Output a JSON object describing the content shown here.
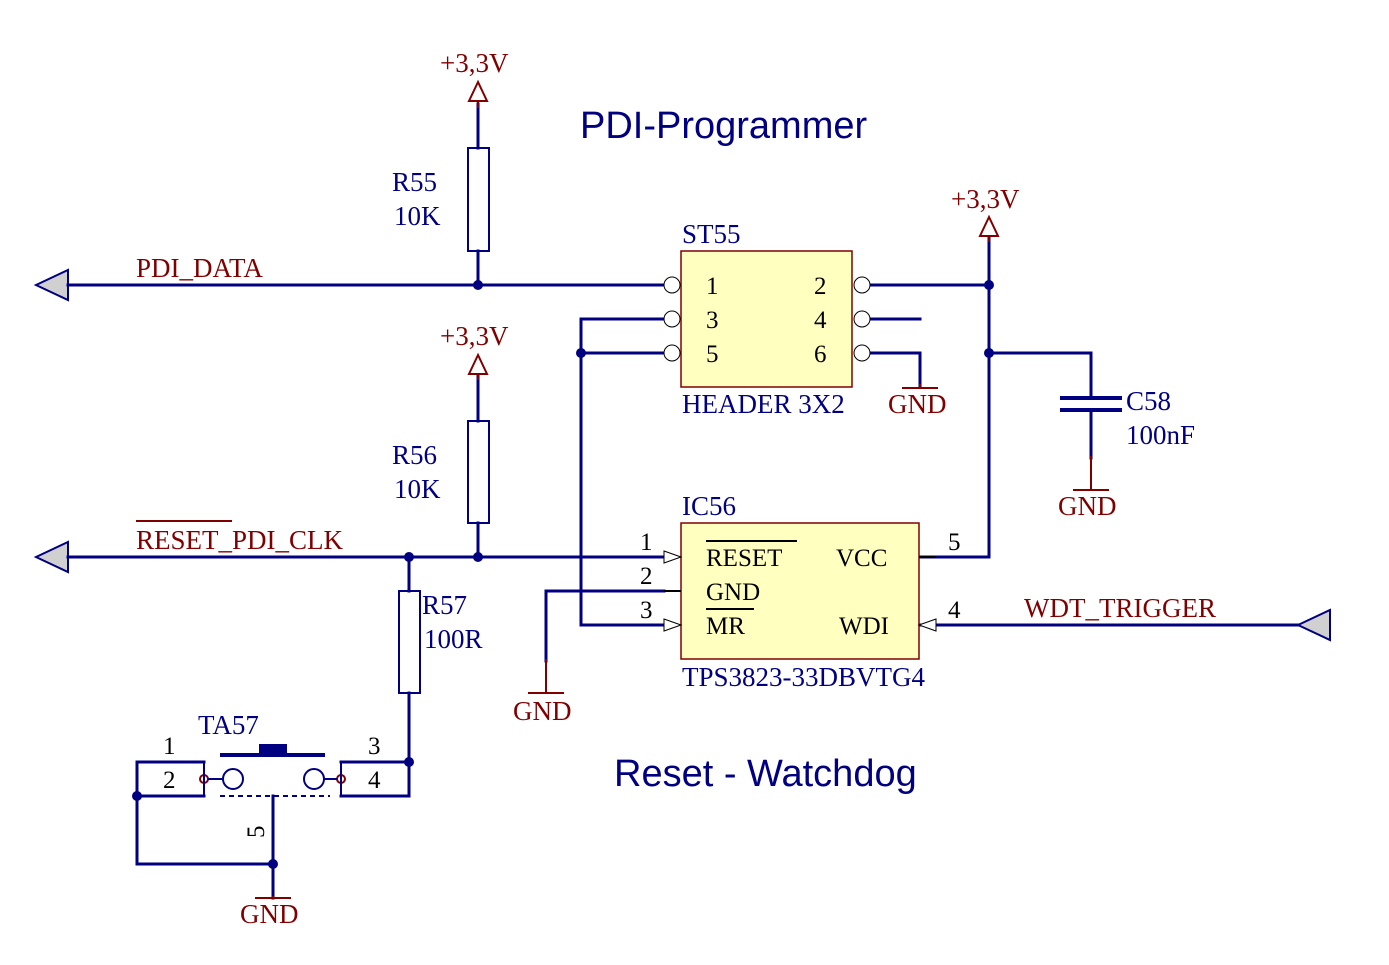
{
  "titles": {
    "programmer": "PDI-Programmer",
    "watchdog": "Reset - Watchdog"
  },
  "power": {
    "vcc_label": "+3,3V",
    "gnd_label": "GND"
  },
  "nets": {
    "pdi_data": "PDI_DATA",
    "reset_pdi_clk": "RESET_PDI_CLK",
    "wdt_trigger": "WDT_TRIGGER"
  },
  "components": {
    "r55": {
      "ref": "R55",
      "value": "10K"
    },
    "r56": {
      "ref": "R56",
      "value": "10K"
    },
    "r57": {
      "ref": "R57",
      "value": "100R"
    },
    "c58": {
      "ref": "C58",
      "value": "100nF"
    },
    "st55": {
      "ref": "ST55",
      "value": "HEADER 3X2",
      "pins": [
        "1",
        "2",
        "3",
        "4",
        "5",
        "6"
      ]
    },
    "ic56": {
      "ref": "IC56",
      "value": "TPS3823-33DBVTG4",
      "pin_names": {
        "reset": "RESET",
        "gnd": "GND",
        "mr": "MR",
        "vcc": "VCC",
        "wdi": "WDI"
      },
      "pin_numbers": [
        "1",
        "2",
        "3",
        "4",
        "5"
      ]
    },
    "ta57": {
      "ref": "TA57",
      "pins": [
        "1",
        "2",
        "3",
        "4",
        "5"
      ]
    }
  },
  "colors": {
    "wire": "#000080",
    "power": "#800000",
    "body": "#ffffc0",
    "port": "#d0d0d0"
  }
}
